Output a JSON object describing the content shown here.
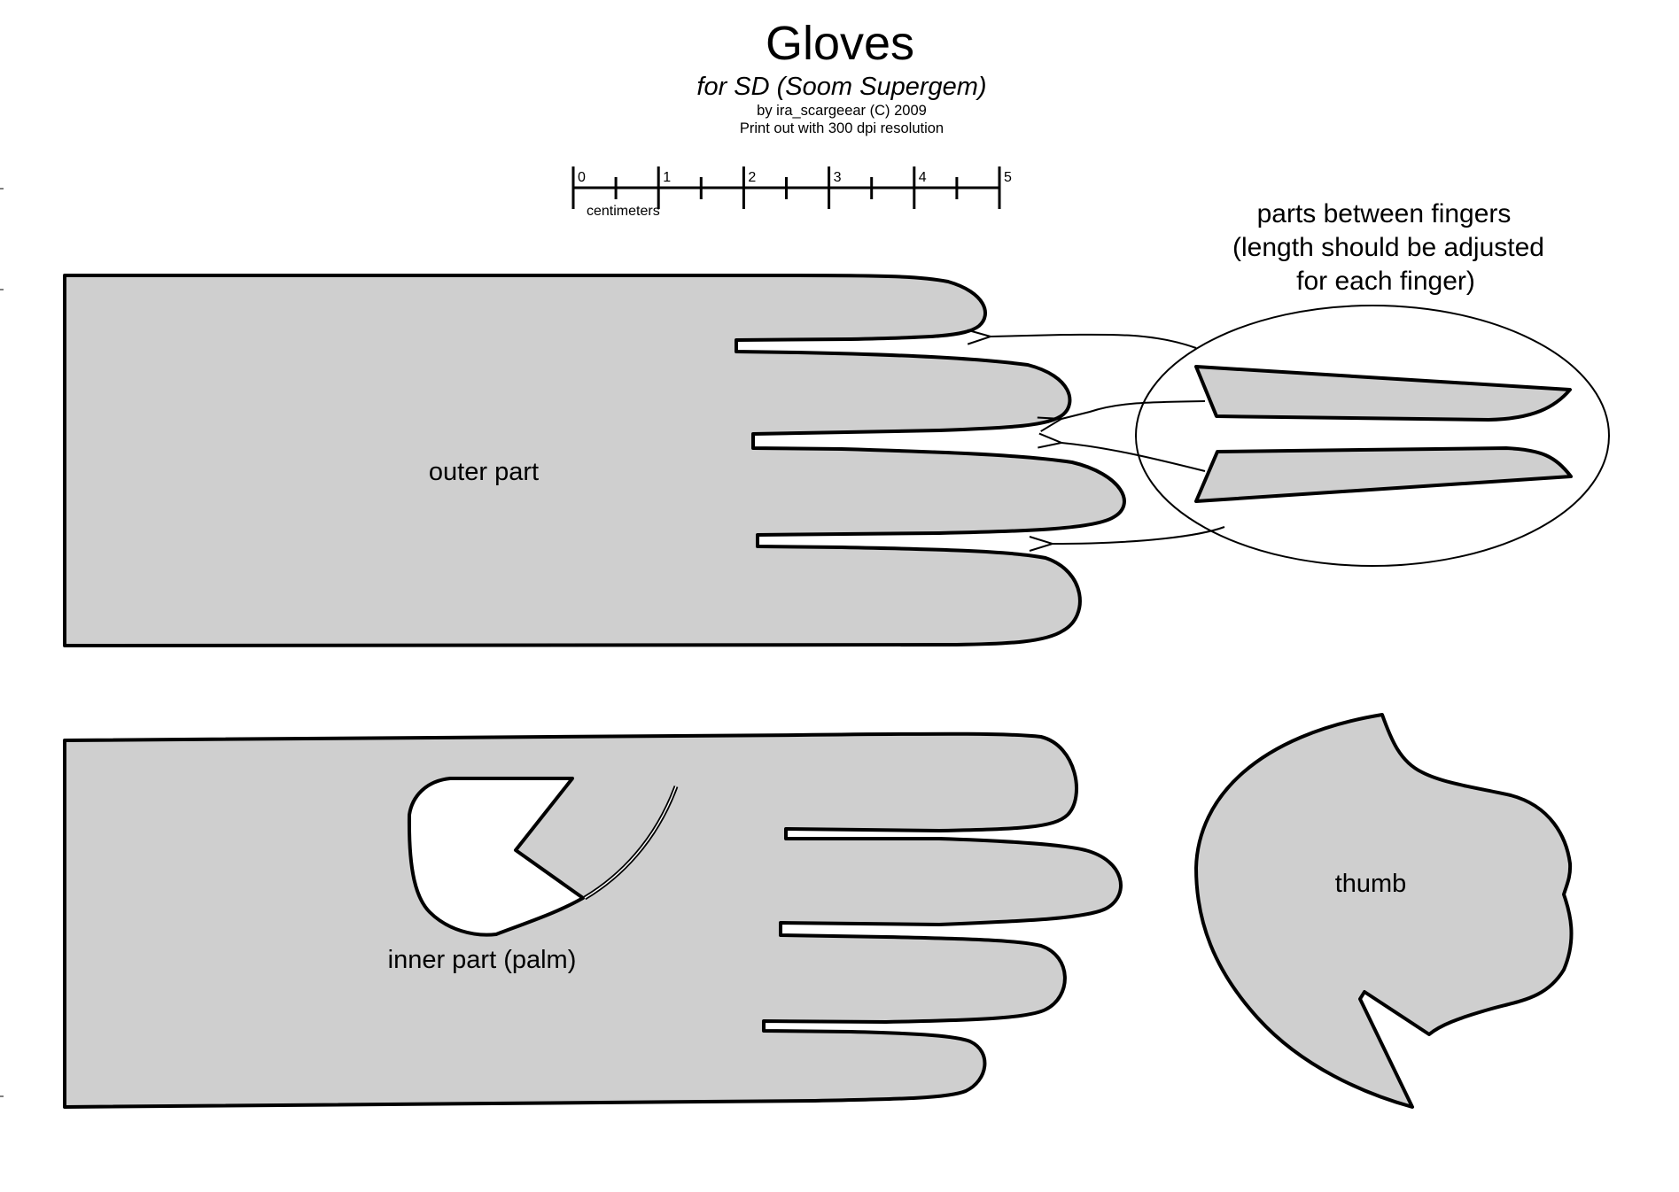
{
  "header": {
    "title": "Gloves",
    "subtitle": "for SD (Soom Supergem)",
    "author": "by ira_scargeear (C) 2009",
    "print_note": "Print out with 300 dpi resolution"
  },
  "ruler": {
    "unit_label": "centimeters",
    "major_labels": [
      "0",
      "1",
      "2",
      "3",
      "4",
      "5"
    ],
    "min": 0,
    "max": 5,
    "minor_step": 0.5
  },
  "pieces": {
    "outer": {
      "label": "outer part",
      "finger_count": 4
    },
    "inner": {
      "label": "inner part (palm)",
      "finger_count": 4
    },
    "thumb": {
      "label": "thumb"
    },
    "between_fingers": {
      "note_lines": [
        "parts between fingers",
        "(length should be adjusted",
        "for each finger)"
      ],
      "count": 2,
      "arrow_count": 4
    }
  },
  "colors": {
    "piece_fill": "#cfcfcf",
    "outline": "#000000",
    "background": "#ffffff"
  }
}
